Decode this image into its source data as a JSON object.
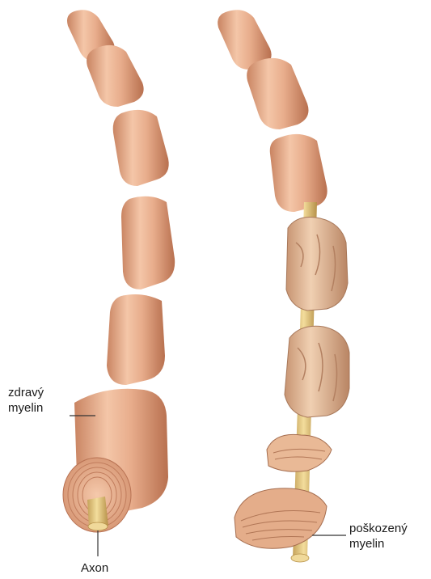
{
  "labels": {
    "healthy_myelin": [
      "zdravý",
      "myelin"
    ],
    "axon": "Axon",
    "damaged_myelin": [
      "poškozený",
      "myelin"
    ]
  },
  "colors": {
    "myelin_light": "#f2c1a3",
    "myelin_mid": "#e3a583",
    "myelin_dark": "#b97357",
    "damaged_light": "#ecc8a8",
    "damaged_dark": "#b38061",
    "axon": "#ead08a",
    "axon_dark": "#b99650"
  }
}
